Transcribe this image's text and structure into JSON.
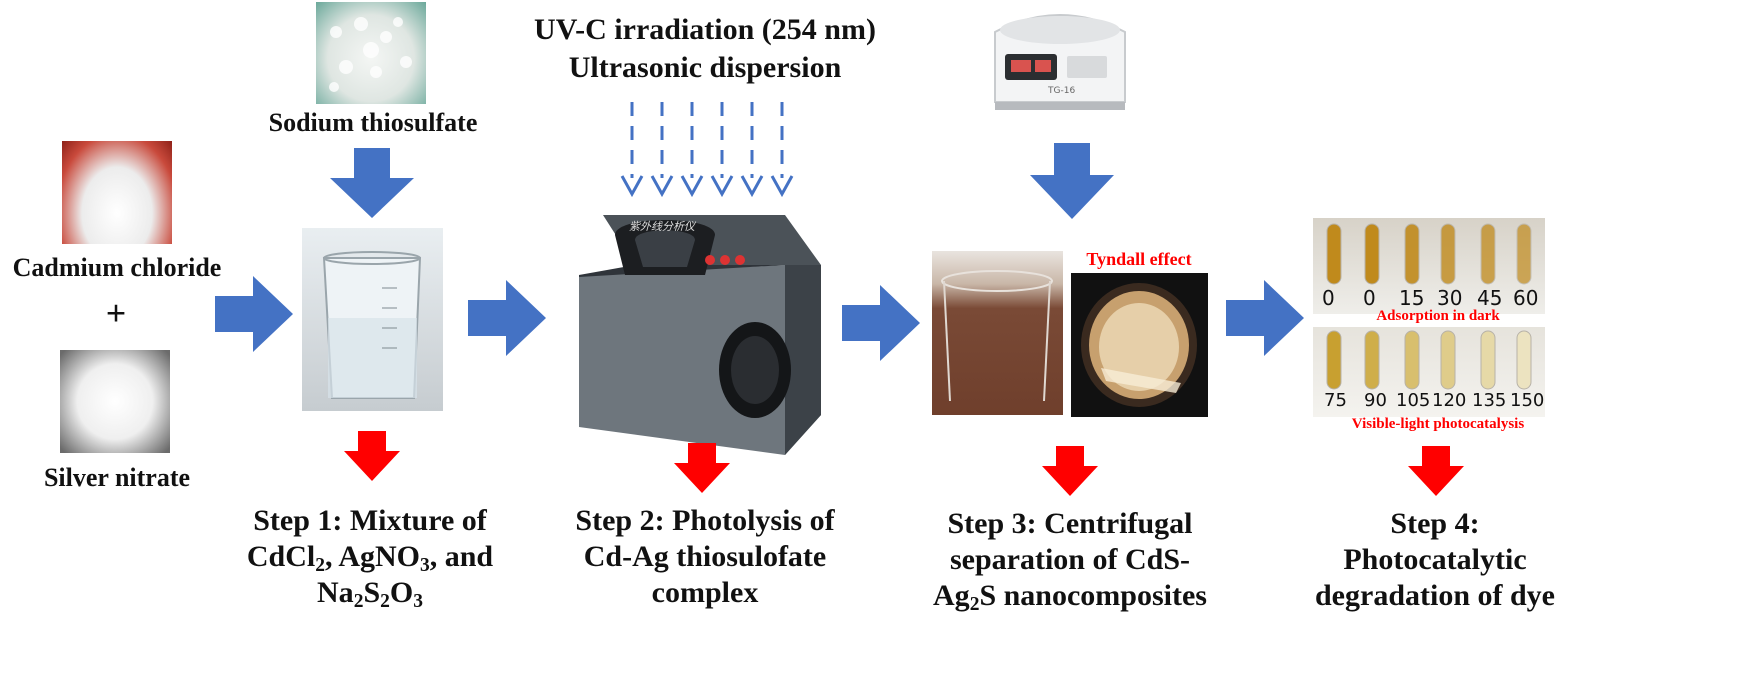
{
  "reagents": {
    "sodium_thiosulfate": "Sodium thiosulfate",
    "cadmium_chloride": "Cadmium chloride",
    "plus": "+",
    "silver_nitrate": "Silver nitrate"
  },
  "conditions": {
    "line1": "UV-C irradiation (254 nm)",
    "line2": "Ultrasonic dispersion"
  },
  "device_labels": {
    "uv_analyzer_chinese": "紫外线分析仪",
    "centrifuge_model": "TG-16"
  },
  "annotations": {
    "tyndall": "Tyndall effect",
    "adsorption": "Adsorption in dark",
    "visible_light": "Visible-light photocatalysis"
  },
  "tube_labels_top": [
    "0",
    "0",
    "15",
    "30",
    "45",
    "60"
  ],
  "tube_labels_bottom": [
    "75",
    "90",
    "105",
    "120",
    "135",
    "150"
  ],
  "steps": {
    "step1": {
      "l1": "Step 1: Mixture of",
      "l2_a": "CdCl",
      "l2_sub1": "2",
      "l2_b": ", AgNO",
      "l2_sub2": "3",
      "l2_c": ", and",
      "l3_a": "Na",
      "l3_sub1": "2",
      "l3_b": "S",
      "l3_sub2": "2",
      "l3_c": "O",
      "l3_sub3": "3"
    },
    "step2": {
      "l1": "Step 2: Photolysis of",
      "l2": "Cd-Ag thiosulofate",
      "l3": "complex"
    },
    "step3": {
      "l1": "Step 3: Centrifugal",
      "l2": "separation of CdS-",
      "l3_a": "Ag",
      "l3_sub": "2",
      "l3_b": "S nanocomposites"
    },
    "step4": {
      "l1": "Step 4:",
      "l2": "Photocatalytic",
      "l3": "degradation of dye"
    }
  },
  "colors": {
    "blue_arrow": "#4472c4",
    "red_arrow": "#ff0000",
    "annotation_red": "#ff0000"
  }
}
